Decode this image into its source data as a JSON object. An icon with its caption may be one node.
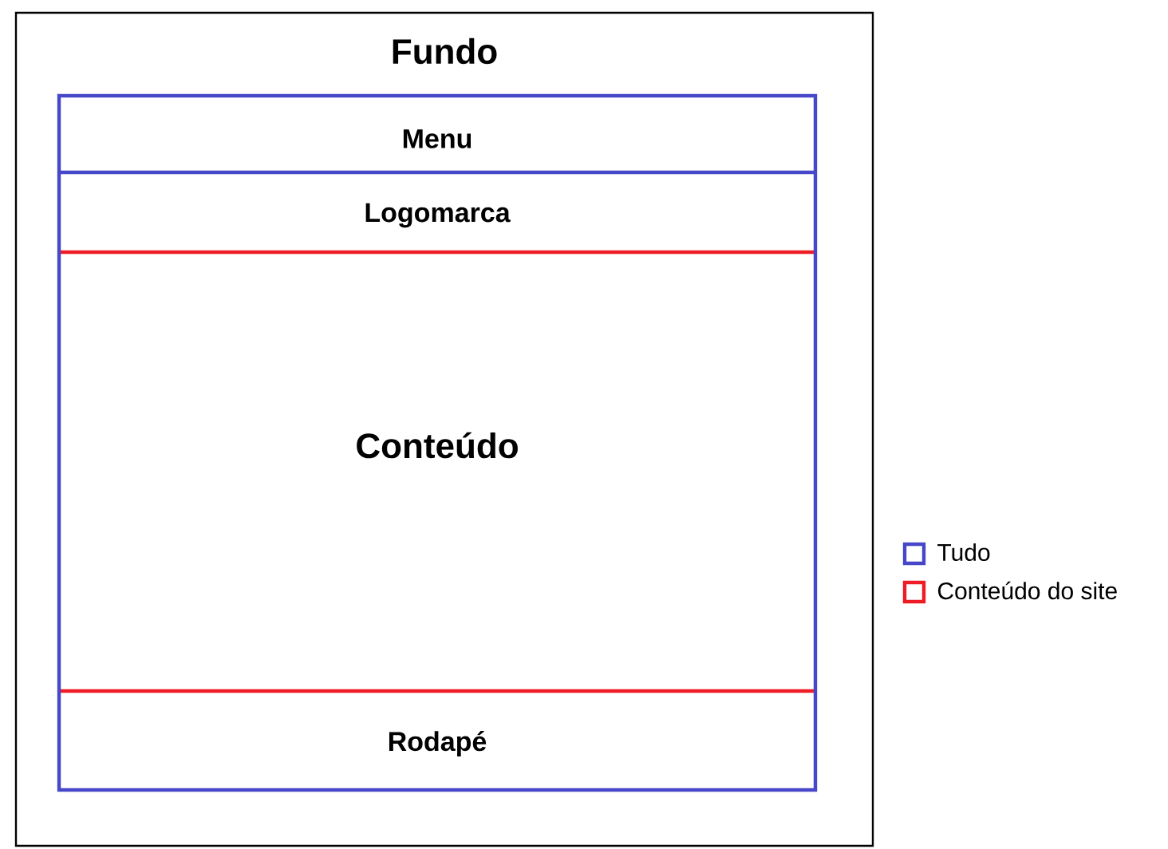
{
  "diagram": {
    "nodes": [
      {
        "text": [
          "Fundo"
        ]
      },
      {
        "text": [],
        "shape": "box",
        "in": 0
      },
      {
        "text": [
          "Menu"
        ],
        "in": 1
      },
      {
        "text": [
          "Logomarca"
        ],
        "in": 1
      },
      {
        "text": [
          "Conteúdo"
        ],
        "in": 1
      },
      {
        "text": [
          "Rodapé"
        ],
        "in": 1
      }
    ],
    "legend": [
      {
        "text": "Tudo",
        "color": "#4747c9"
      },
      {
        "text": "Conteúdo do site",
        "color": "#ee1c25"
      }
    ]
  }
}
